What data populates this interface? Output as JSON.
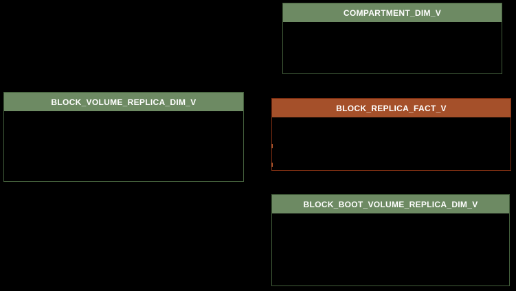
{
  "diagram": {
    "background_color": "#000000",
    "title_text_color": "#ffffff",
    "colors": {
      "dimension_header": "#6d8a63",
      "dimension_border": "#44603c",
      "fact_header": "#a5502a",
      "fact_border": "#7f2f12",
      "connector_stub": "#b0552c"
    },
    "tables": {
      "compartment": {
        "title": "COMPARTMENT_DIM_V",
        "type": "dimension"
      },
      "block_volume_replica": {
        "title": "BLOCK_VOLUME_REPLICA_DIM_V",
        "type": "dimension"
      },
      "block_replica_fact": {
        "title": "BLOCK_REPLICA_FACT_V",
        "type": "fact"
      },
      "block_boot_volume_replica": {
        "title": "BLOCK_BOOT_VOLUME_REPLICA_DIM_V",
        "type": "dimension"
      }
    }
  }
}
